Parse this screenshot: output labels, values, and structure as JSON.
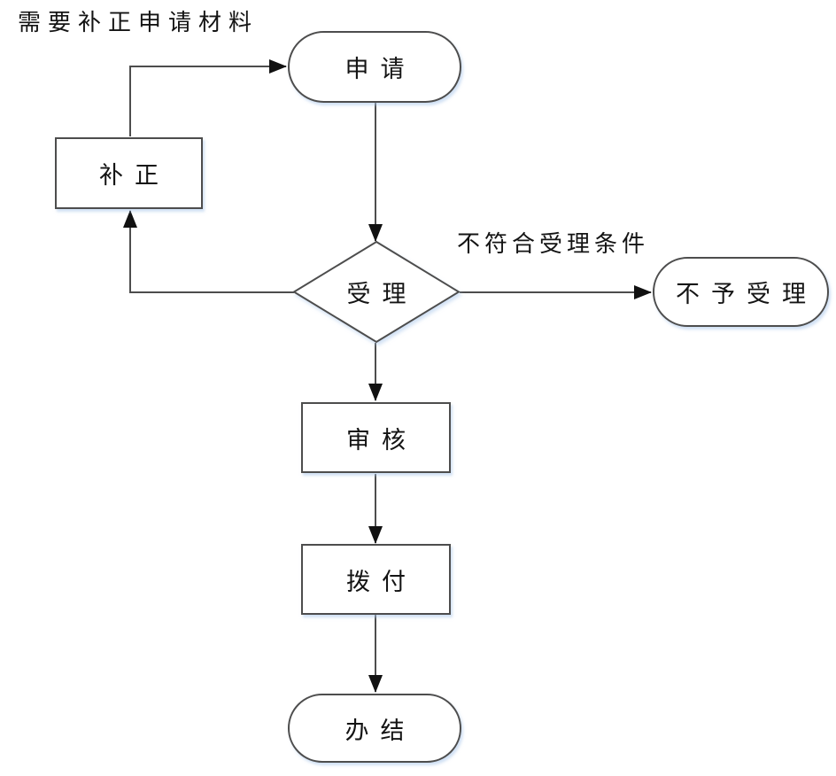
{
  "diagram": {
    "type": "flowchart",
    "nodes": [
      {
        "id": "apply",
        "label": "申请",
        "shape": "terminator"
      },
      {
        "id": "supplement",
        "label": "补正",
        "shape": "process"
      },
      {
        "id": "accept",
        "label": "受理",
        "shape": "decision"
      },
      {
        "id": "reject",
        "label": "不予受理",
        "shape": "terminator"
      },
      {
        "id": "review",
        "label": "审核",
        "shape": "process"
      },
      {
        "id": "disburse",
        "label": "拨付",
        "shape": "process"
      },
      {
        "id": "complete",
        "label": "办结",
        "shape": "terminator"
      }
    ],
    "edge_labels": [
      {
        "id": "need-supplement",
        "text": "需要补正申请材料"
      },
      {
        "id": "not-meet",
        "text": "不符合受理条件"
      }
    ],
    "edges": [
      {
        "from": "申请",
        "to": "受理",
        "label": ""
      },
      {
        "from": "受理",
        "to": "补正",
        "label": ""
      },
      {
        "from": "补正",
        "to": "申请",
        "label": "需要补正申请材料"
      },
      {
        "from": "受理",
        "to": "不予受理",
        "label": "不符合受理条件"
      },
      {
        "from": "受理",
        "to": "审核",
        "label": ""
      },
      {
        "from": "审核",
        "to": "拨付",
        "label": ""
      },
      {
        "from": "拨付",
        "to": "办结",
        "label": ""
      }
    ],
    "colors": {
      "line": "#4d4d4d",
      "arrowhead": "#111111",
      "node_border": "#4d4d4d",
      "node_fill": "#ffffff",
      "text": "#141414",
      "shadow": "#aac6eb",
      "background": "#ffffff"
    }
  }
}
